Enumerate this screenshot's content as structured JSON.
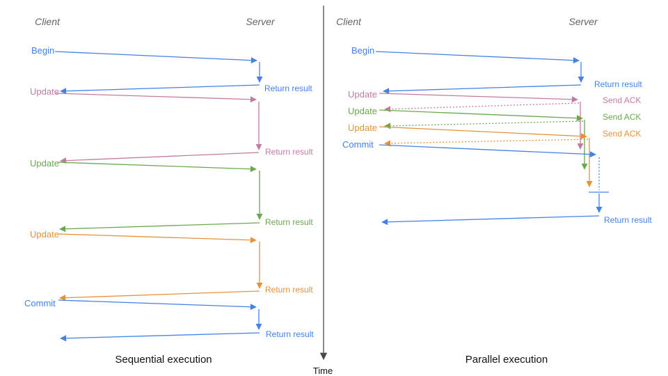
{
  "diagram": {
    "type": "client-server sequence comparison",
    "time_axis_label": "Time",
    "colors": {
      "blue": "#4381e8",
      "pink": "#c27ba0",
      "green": "#6aa84f",
      "orange": "#e69138",
      "axis": "#4a4a4a",
      "lane_title": "#636363",
      "caption": "#111111"
    },
    "left": {
      "client_title": "Client",
      "server_title": "Server",
      "caption": "Sequential execution",
      "rows": [
        {
          "label": "Begin",
          "color": "blue",
          "result": "Return result"
        },
        {
          "label": "Update",
          "color": "pink",
          "result": "Return result"
        },
        {
          "label": "Update",
          "color": "green",
          "result": "Return result"
        },
        {
          "label": "Update",
          "color": "orange",
          "result": "Return result"
        },
        {
          "label": "Commit",
          "color": "blue",
          "result": "Return result"
        }
      ]
    },
    "right": {
      "client_title": "Client",
      "server_title": "Server",
      "caption": "Parallel execution",
      "rows": [
        {
          "label": "Begin",
          "color": "blue",
          "result": "Return result"
        },
        {
          "label": "Update",
          "color": "pink",
          "ack": "Send ACK"
        },
        {
          "label": "Update",
          "color": "green",
          "ack": "Send ACK"
        },
        {
          "label": "Update",
          "color": "orange",
          "ack": "Send ACK"
        },
        {
          "label": "Commit",
          "color": "blue",
          "result": "Return result"
        }
      ]
    }
  }
}
